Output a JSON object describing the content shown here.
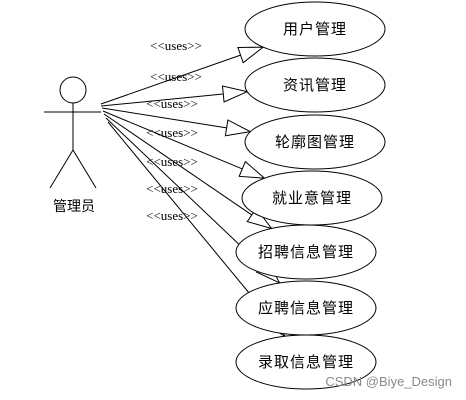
{
  "actor": {
    "label": "管理员",
    "icon": "stick-figure-actor-icon"
  },
  "stereotype_label": "<<uses>>",
  "use_cases": [
    {
      "label": "用户管理"
    },
    {
      "label": "资讯管理"
    },
    {
      "label": "轮廓图管理"
    },
    {
      "label": "就业意管理"
    },
    {
      "label": "招聘信息管理"
    },
    {
      "label": "应聘信息管理"
    },
    {
      "label": "录取信息管理"
    }
  ],
  "watermark": "CSDN @Biye_Design",
  "colors": {
    "stroke": "#000000",
    "background": "#ffffff",
    "watermark": "#8a8a8a"
  }
}
